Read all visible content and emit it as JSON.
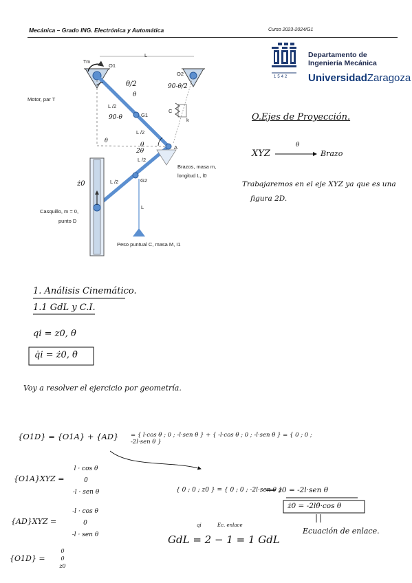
{
  "header": {
    "left": "Mecánica – Grado ING. Electrónica y Automática",
    "right": "Curso 2023-2024/G1"
  },
  "logo": {
    "year": "1542",
    "dept_line1": "Departamento de",
    "dept_line2": "Ingeniería Mecánica",
    "uni_bold": "Universidad",
    "uni_regular": "Zaragoza"
  },
  "diagram": {
    "L_top": "L",
    "O1": "O1",
    "O2": "O2",
    "motor": "Motor, par T",
    "T": "Tm",
    "theta_half": "θ/2",
    "theta": "θ",
    "ninety_half": "90-θ/2",
    "L2_a": "L /2",
    "L2_b": "L /2",
    "L2_c": "L /2",
    "L2_d": "L /2",
    "ninety_theta": "90-θ",
    "G1": "G1",
    "G2": "G2",
    "C": "C",
    "k": "k",
    "A": "A",
    "two_theta": "2θ",
    "ang_theta": "θ",
    "ang_top": "θ",
    "arms1": "Brazos, masa m,",
    "arms2": "longitud L, l0",
    "z0": "ż0",
    "bushing1": "Casquillo, m = 0,",
    "bushing2": "punto D",
    "L_vert": "L",
    "weight": "Peso puntual C, masa M, I1"
  },
  "notes": {
    "axes_title": "O.Ejes de Proyección.",
    "axes_line": "XYZ",
    "axes_theta": "θ",
    "axes_arm": "Brazo",
    "work1": "Trabajaremos en el eje XYZ ya que es una",
    "work2": "figura 2D.",
    "s1_title": "1. Análisis Cinemático.",
    "s1_sub": "1.1 GdL y C.I.",
    "qi": "qi = z0, θ",
    "qi_dot": "q̇i = ż0, θ̇",
    "geom": "Voy a resolver el ejercicio por geometría.",
    "vec_main_lhs": "{O1D} = {O1A} + {AD}",
    "vec_main_mid": "= { l·cos θ ; 0 ; -l·sen θ } + { -l·cos θ ; 0 ; -l·sen θ } = { 0 ; 0 ; -2l·sen θ }",
    "o1a_lhs": "{O1A}XYZ =",
    "o1a_r1": "l · cos θ",
    "o1a_r2": "0",
    "o1a_r3": "-l · sen θ",
    "ad_lhs": "{AD}XYZ =",
    "ad_r1": "-l · cos θ",
    "ad_r2": "0",
    "ad_r3": "-l · sen θ",
    "o1d_lhs": "{O1D} =",
    "o1d_r1": "0",
    "o1d_r2": "0",
    "o1d_r3": "z0",
    "eq_lhs": "{ 0 ; 0 ; z0 } = { 0 ; 0 ; -2l·sen θ }",
    "result1": "⟹  z0 = -2l·sen θ",
    "result2": "ż0 = -2lθ̇·cos θ",
    "link_label": "Ecuación de enlace.",
    "gdl": "GdL = 2 − 1 = 1 GdL",
    "qi_small": "qi",
    "ec_small": "Ec. enlace"
  }
}
